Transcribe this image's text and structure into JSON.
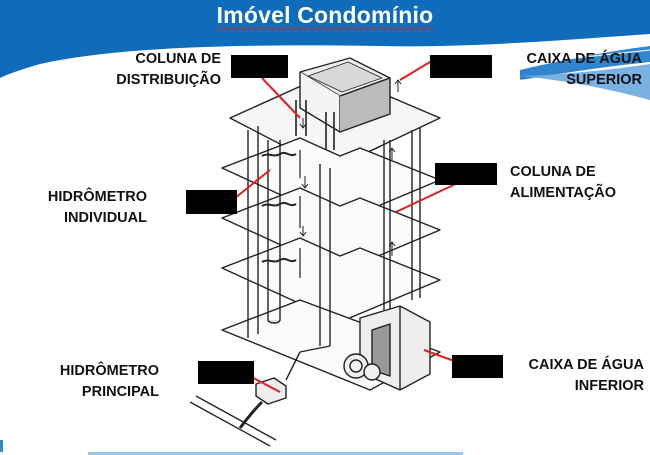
{
  "slide": {
    "title": "Imóvel Condomínio",
    "colors": {
      "header_blue": "#0f6cba",
      "swoosh_light": "#5a9fd8",
      "leader_line": "#e0201c",
      "mask": "#000000",
      "bottom_bar": "#9cc7ec"
    }
  },
  "labels": {
    "coluna_distribuicao": [
      "COLUNA DE",
      "DISTRIBUIÇÃO"
    ],
    "caixa_superior": [
      "CAIXA DE ÁGUA",
      "SUPERIOR"
    ],
    "hidrometro_individual": [
      "HIDRÔMETRO",
      "INDIVIDUAL"
    ],
    "coluna_alimentacao": [
      "COLUNA DE",
      "ALIMENTAÇÃO"
    ],
    "hidrometro_principal": [
      "HIDRÔMETRO",
      "PRINCIPAL"
    ],
    "caixa_inferior": [
      "CAIXA DE ÁGUA",
      "INFERIOR"
    ]
  },
  "diagram": {
    "description": "Isometric drawing of multi-storey building water system: upper water tank on roof, distribution columns with individual meters per floor, supply column from lower tank with pump, main meter at street connection",
    "redacted_boxes": 6
  }
}
